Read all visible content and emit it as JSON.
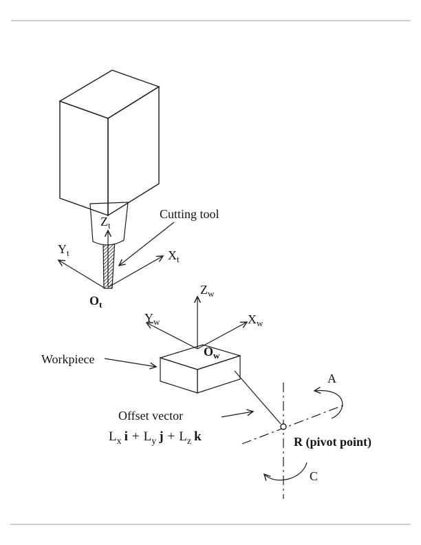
{
  "figure": {
    "cutting_tool_label": "Cutting tool",
    "workpiece_label": "Workpiece",
    "offset_vector_label": "Offset vector",
    "pivot_label": "R (pivot point)",
    "a_rotation_label": "A",
    "c_rotation_label": "C",
    "tool_frame": {
      "z": "Z",
      "z_sub": "t",
      "y": "Y",
      "y_sub": "t",
      "x": "X",
      "x_sub": "t",
      "origin": "O",
      "origin_sub": "t"
    },
    "work_frame": {
      "z": "Z",
      "z_sub": "w",
      "y": "Y",
      "y_sub": "w",
      "x": "X",
      "x_sub": "w",
      "origin": "O",
      "origin_sub": "w"
    },
    "offset_formula": {
      "term1": "L",
      "term1_sub": "x",
      "term1_vec": "i",
      "plus1": "+",
      "term2": "L",
      "term2_sub": "y",
      "term2_vec": "j",
      "plus2": "+",
      "term3": "L",
      "term3_sub": "z",
      "term3_vec": "k"
    },
    "ink_color": "#1a1a1a"
  }
}
